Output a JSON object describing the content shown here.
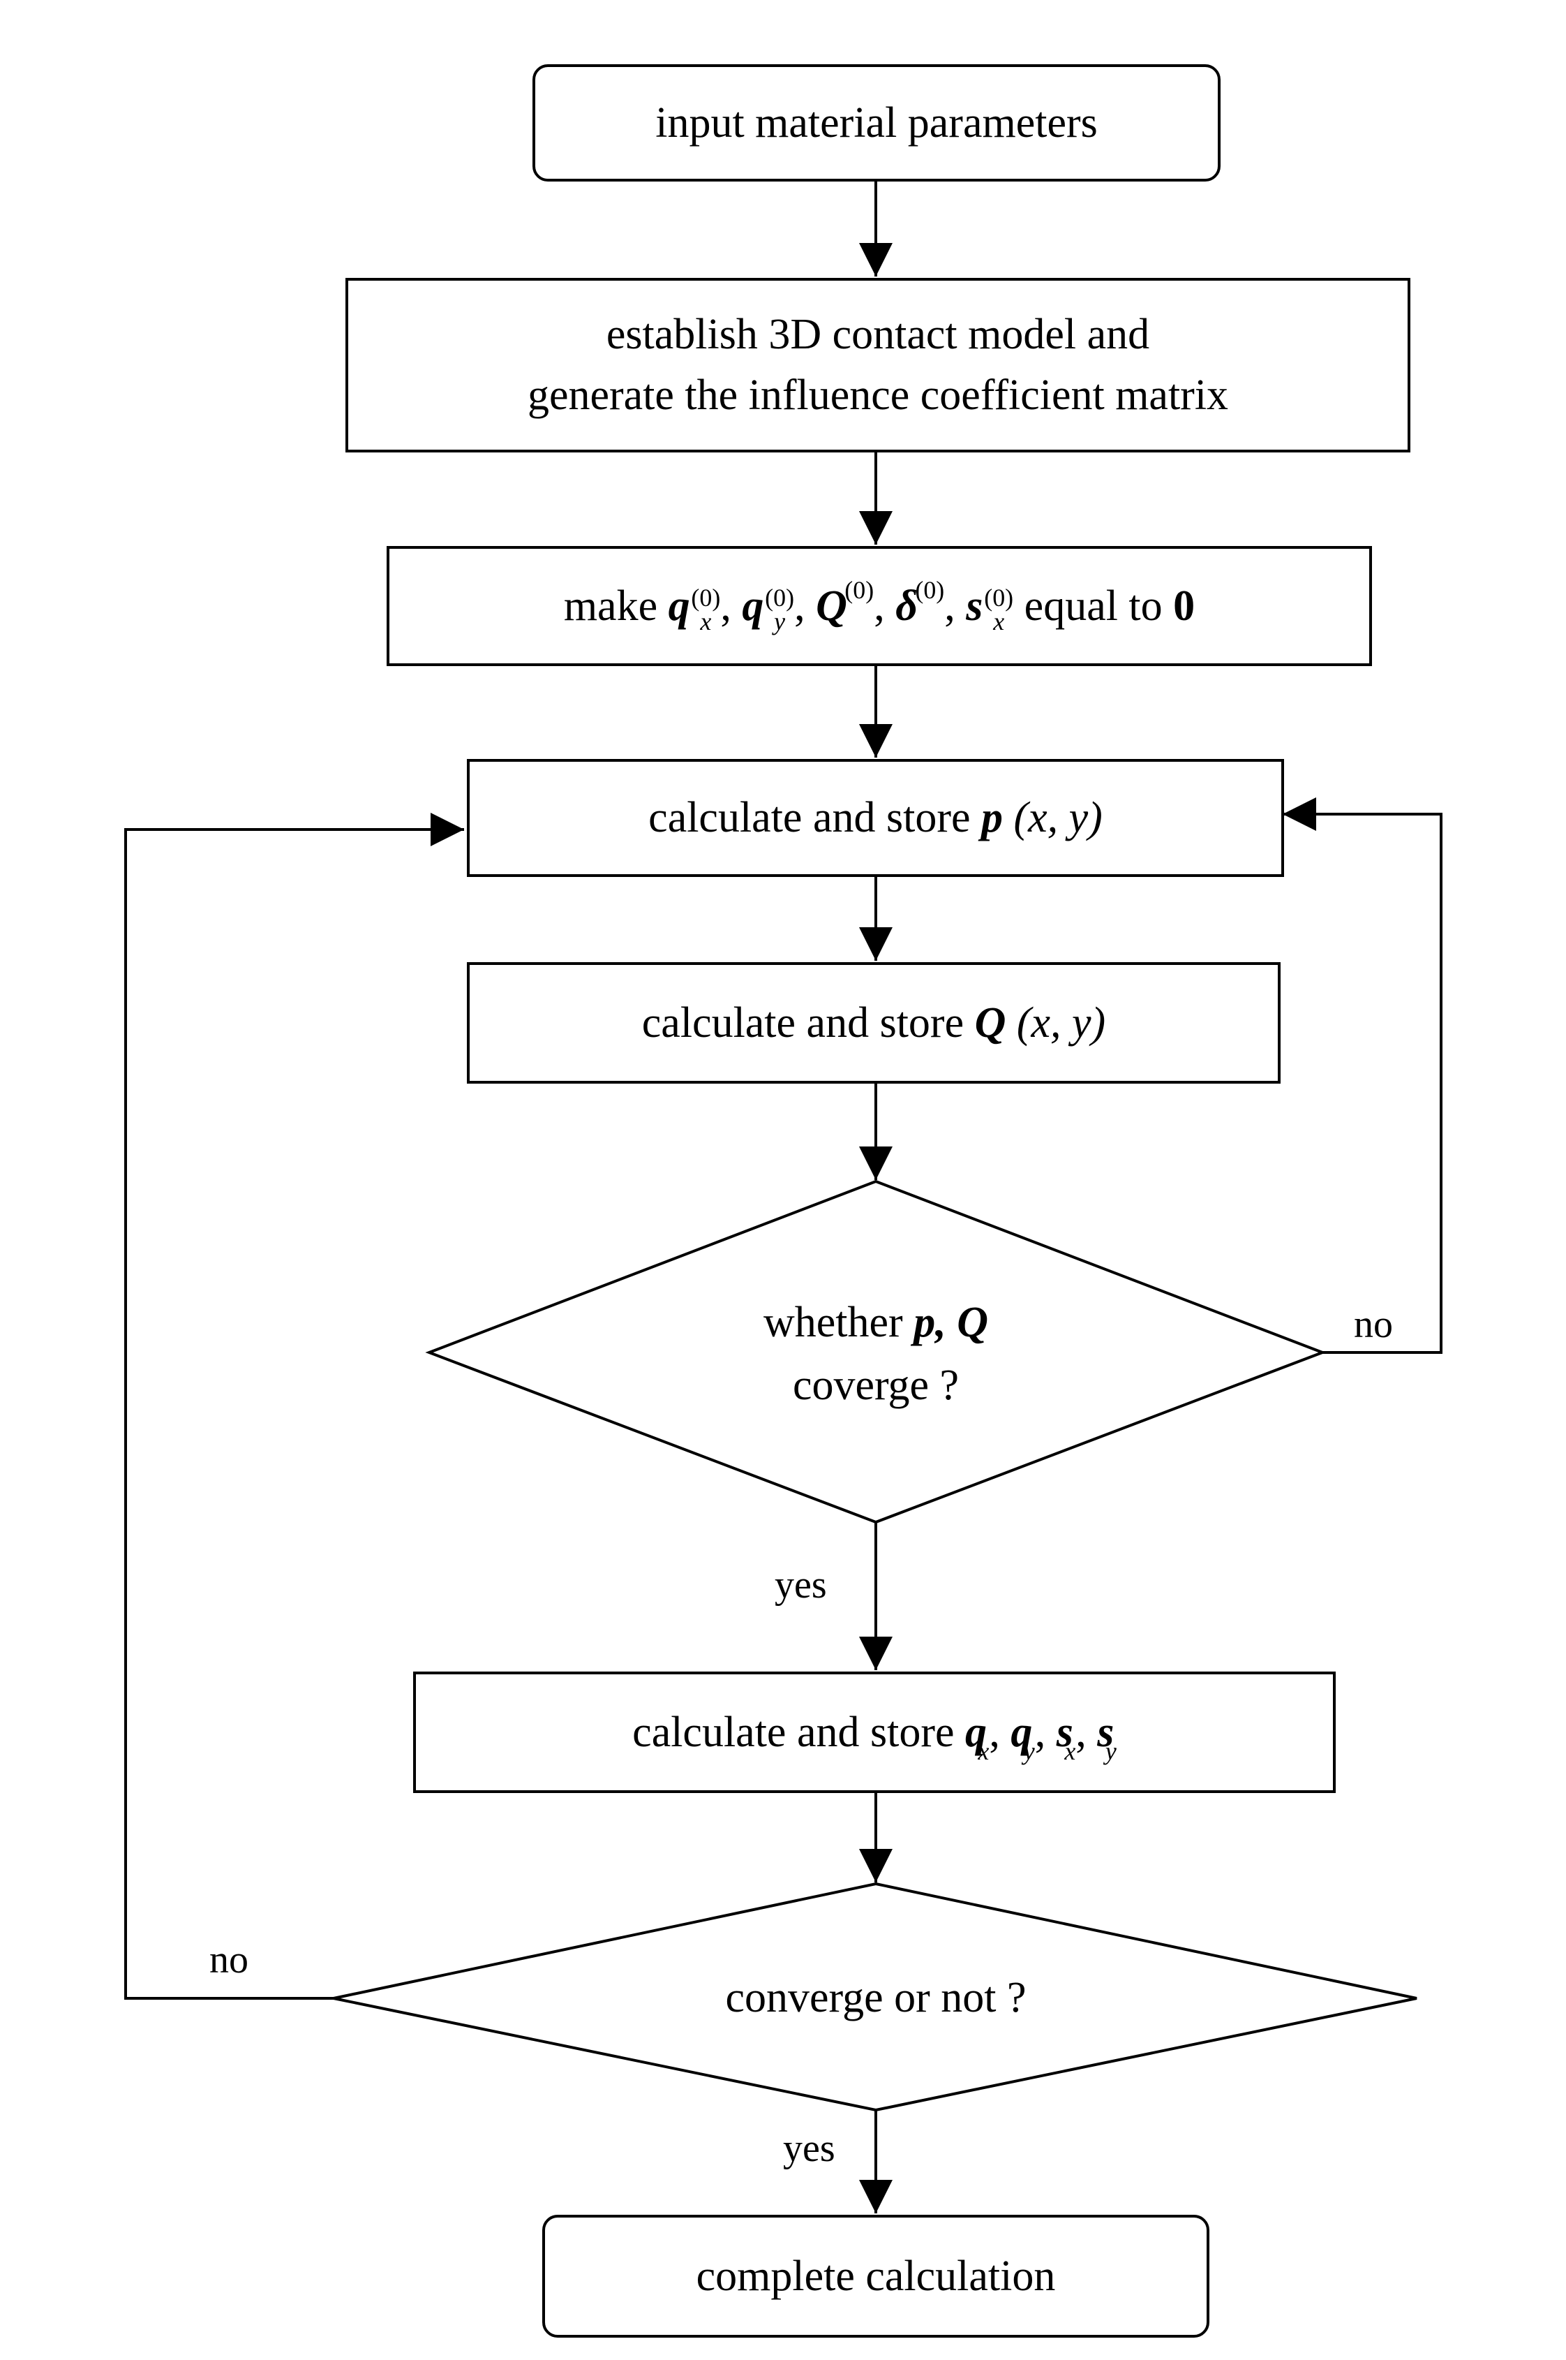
{
  "nodes": {
    "input": "input material parameters",
    "establish_line1": "establish 3D  contact model and",
    "establish_line2": "generate the influence coefficient matrix",
    "init": {
      "prefix": "make",
      "symbols": [
        "q",
        "q",
        "Q",
        "δ",
        "s"
      ],
      "subscripts": [
        "x",
        "y",
        "",
        "",
        "x"
      ],
      "superscript": "(0)",
      "suffix": "equal to",
      "value": "0"
    },
    "calc_p": {
      "prefix": "calculate and store",
      "symbol": "p",
      "args": "(x, y)"
    },
    "calc_Q": {
      "prefix": "calculate and store",
      "symbol": "Q",
      "args": "(x, y)"
    },
    "decision1": {
      "line1_prefix": "whether",
      "symbols": "p, Q",
      "line2": "coverge ?"
    },
    "calc_qs": {
      "prefix": "calculate and store",
      "symbols": [
        "q",
        "q",
        "s",
        "s"
      ],
      "subscripts": [
        "x",
        "y",
        "x",
        "y"
      ]
    },
    "decision2": "converge  or not ?",
    "complete": "complete calculation"
  },
  "edge_labels": {
    "d1_no": "no",
    "d1_yes": "yes",
    "d2_no": "no",
    "d2_yes": "yes"
  }
}
